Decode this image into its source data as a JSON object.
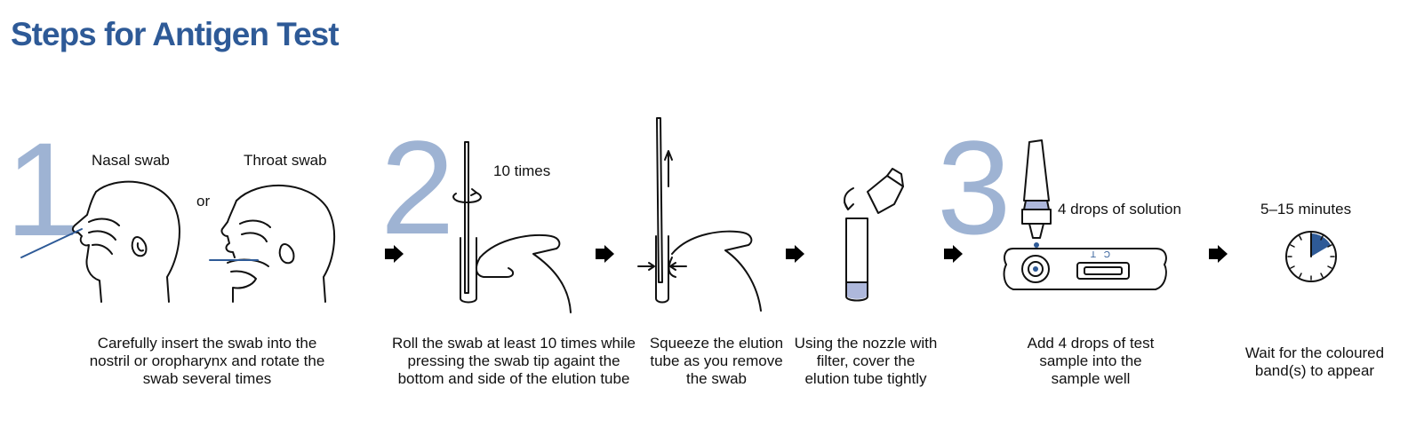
{
  "title": "Steps for Antigen Test",
  "steps": [
    {
      "number": "1",
      "labels": {
        "nasal": "Nasal swab",
        "or": "or",
        "throat": "Throat swab"
      },
      "caption": "Carefully insert the swab into the nostril or oropharynx and rotate the swab several times"
    },
    {
      "number": "2",
      "labels": {
        "times": "10 times"
      },
      "captions": [
        "Roll the swab at least 10 times while pressing the swab tip againt the bottom and side of the elution tube",
        "Squeeze the elution tube as you remove the swab",
        "Using the nozzle with filter, cover the elution tube tightly"
      ]
    },
    {
      "number": "3",
      "labels": {
        "drops": "4 drops of solution",
        "minutes": "5–15 minutes",
        "device_t": "T",
        "device_c": "C"
      },
      "captions": [
        "Add 4 drops of test sample into the sample well",
        "Wait for the coloured band(s) to appear"
      ]
    }
  ],
  "colors": {
    "title": "#2e5a97",
    "step_number": "#9eb3d3",
    "accent": "#2e5a97",
    "liquid": "#aeb8dc"
  },
  "icons": [
    "nasal-swab-head-icon",
    "throat-swab-head-icon",
    "swab-in-tube-icon",
    "squeeze-tube-icon",
    "nozzle-cap-icon",
    "test-cassette-icon",
    "timer-icon",
    "step-arrow-icon"
  ]
}
